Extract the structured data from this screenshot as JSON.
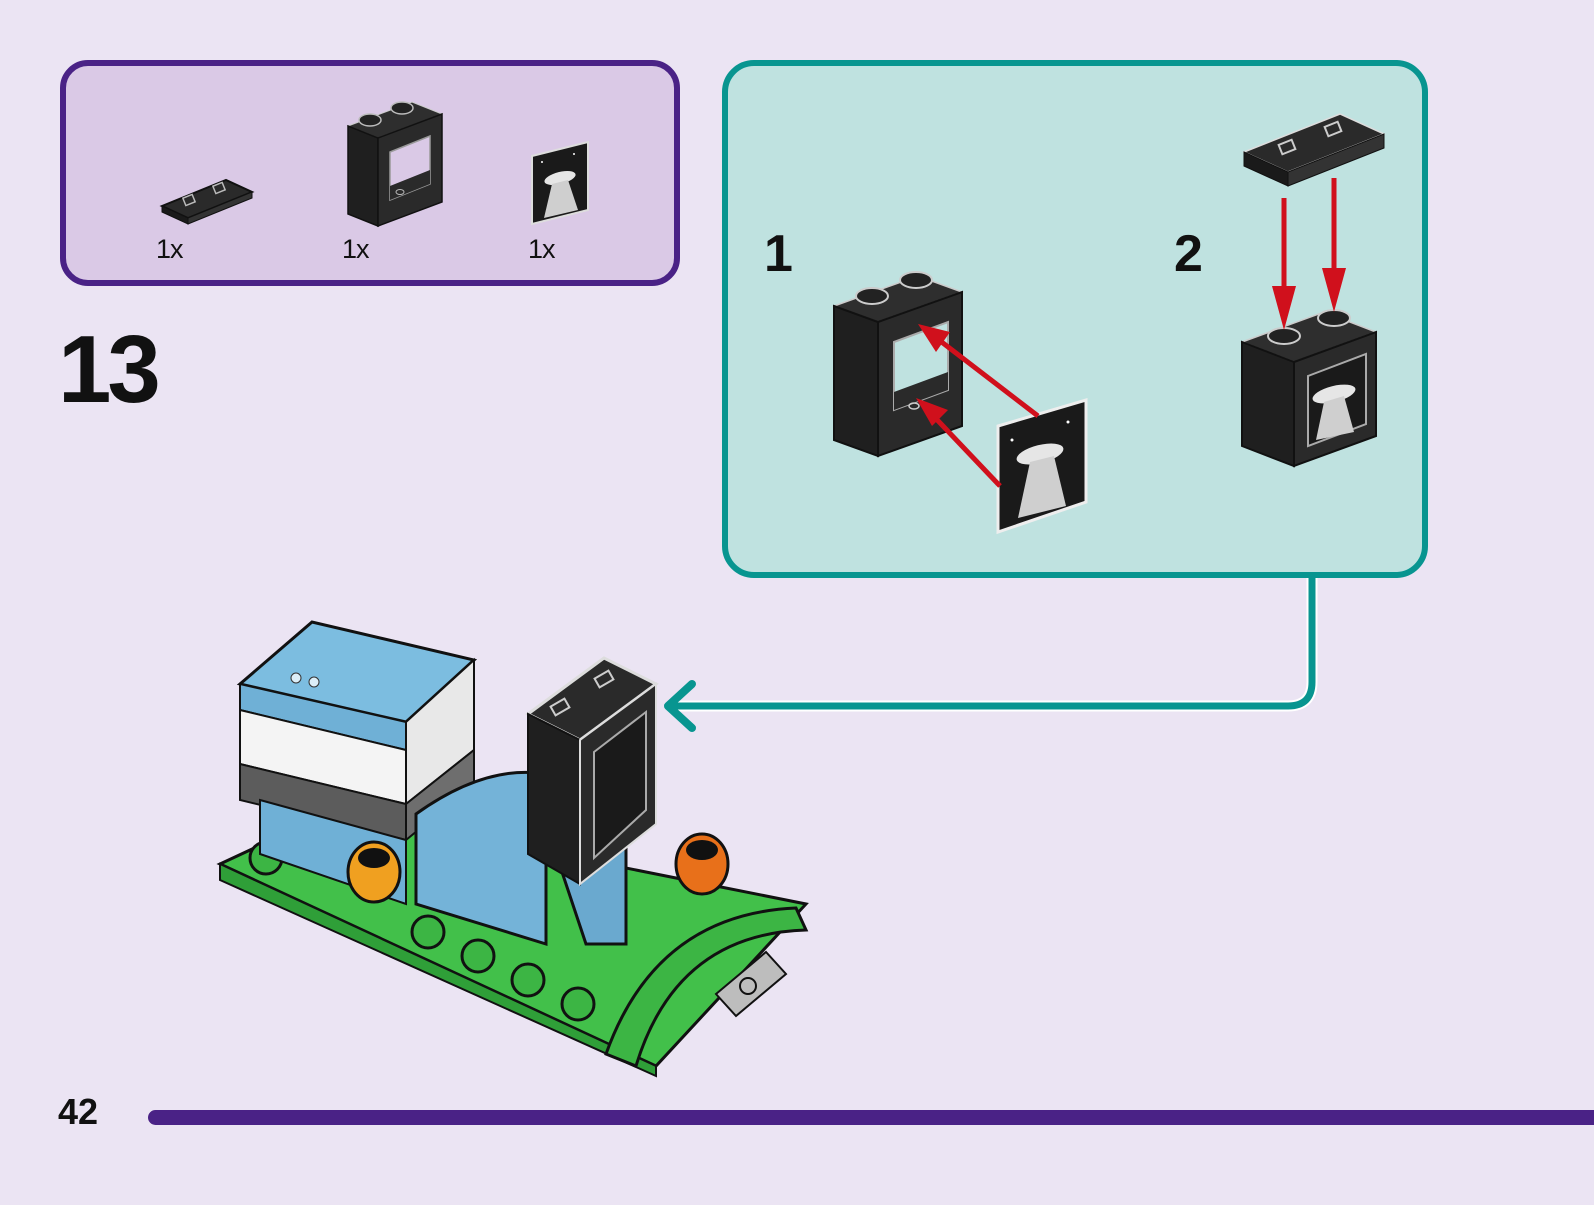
{
  "page": {
    "page_number": "42",
    "step_number": "13"
  },
  "colors": {
    "background": "#ebe4f3",
    "parts_box_fill": "#dac9e6",
    "parts_box_border": "#4a2286",
    "sub_box_fill": "#bfe2e0",
    "sub_box_border": "#089590",
    "arrow_red": "#d0101c",
    "brick_black": "#262626",
    "plate_green": "#3fc33f",
    "brick_blue": "#6fb0d6"
  },
  "parts_list": [
    {
      "name": "tile 1x2 black",
      "quantity": "1x"
    },
    {
      "name": "window frame 1x2x2 black",
      "quantity": "1x"
    },
    {
      "name": "glass pane printed UFO",
      "quantity": "1x"
    }
  ],
  "sub_steps": [
    {
      "label": "1",
      "description": "insert UFO pane into window frame"
    },
    {
      "label": "2",
      "description": "attach tile on top of frame"
    }
  ]
}
